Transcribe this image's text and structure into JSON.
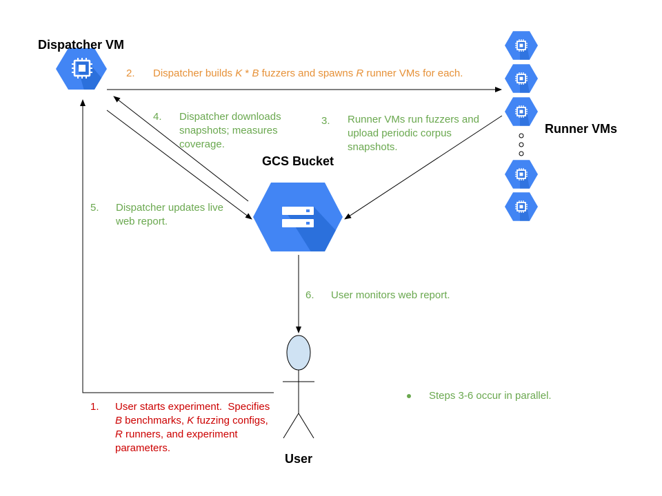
{
  "nodes": {
    "dispatcher_label": "Dispatcher VM",
    "gcs_label": "GCS Bucket",
    "runners_label": "Runner VMs",
    "user_label": "User",
    "dispatcher_icon": "compute-engine-chip-icon",
    "gcs_icon": "cloud-storage-icon",
    "runner_icon": "compute-engine-chip-icon",
    "user_icon": "stick-figure-icon"
  },
  "steps": {
    "s1": {
      "num": "1.",
      "line1": "User starts experiment.  Specifies",
      "b": "B",
      "line2_rest": " benchmarks, ",
      "k": "K",
      "line2_tail": " fuzzing configs,",
      "r": "R",
      "line3_rest": " runners, and experiment",
      "line4": "parameters."
    },
    "s2": {
      "num": "2.",
      "pre": "Dispatcher builds ",
      "k": "K",
      "star": " * ",
      "b": "B",
      "mid": " fuzzers and spawns ",
      "r": "R",
      "post": " runner VMs for each."
    },
    "s3": {
      "num": "3.",
      "line1": "Runner VMs run fuzzers and",
      "line2": "upload periodic corpus",
      "line3": "snapshots."
    },
    "s4": {
      "num": "4.",
      "line1": "Dispatcher downloads",
      "line2": "snapshots; measures",
      "line3": "coverage."
    },
    "s5": {
      "num": "5.",
      "line1": "Dispatcher updates live",
      "line2": "web report."
    },
    "s6": {
      "num": "6.",
      "line1": "User monitors web report."
    }
  },
  "note": "Steps 3-6 occur in parallel.",
  "colors": {
    "hex_blue": "#4285f4",
    "hex_dark": "#1a5fc8",
    "step_orange": "#e69138",
    "step_green": "#6aa84f",
    "step_red": "#cc0000",
    "user_head": "#cfe2f3"
  }
}
